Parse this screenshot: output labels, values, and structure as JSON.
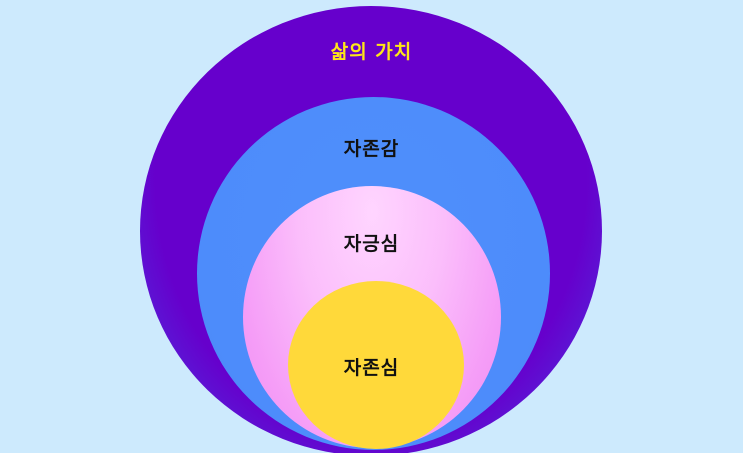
{
  "diagram": {
    "type": "nested-circles",
    "layers": [
      {
        "label": "삶의 가치",
        "fill": "#6600cc",
        "text_color": "#ffe617"
      },
      {
        "label": "자존감",
        "fill": "#4d8cfb",
        "text_color": "#111111"
      },
      {
        "label": "자긍심",
        "fill": "#f9b3fa",
        "text_color": "#111111"
      },
      {
        "label": "자존심",
        "fill": "#ffd93a",
        "text_color": "#111111"
      }
    ]
  },
  "colors": {
    "background": "#cdeafd"
  }
}
